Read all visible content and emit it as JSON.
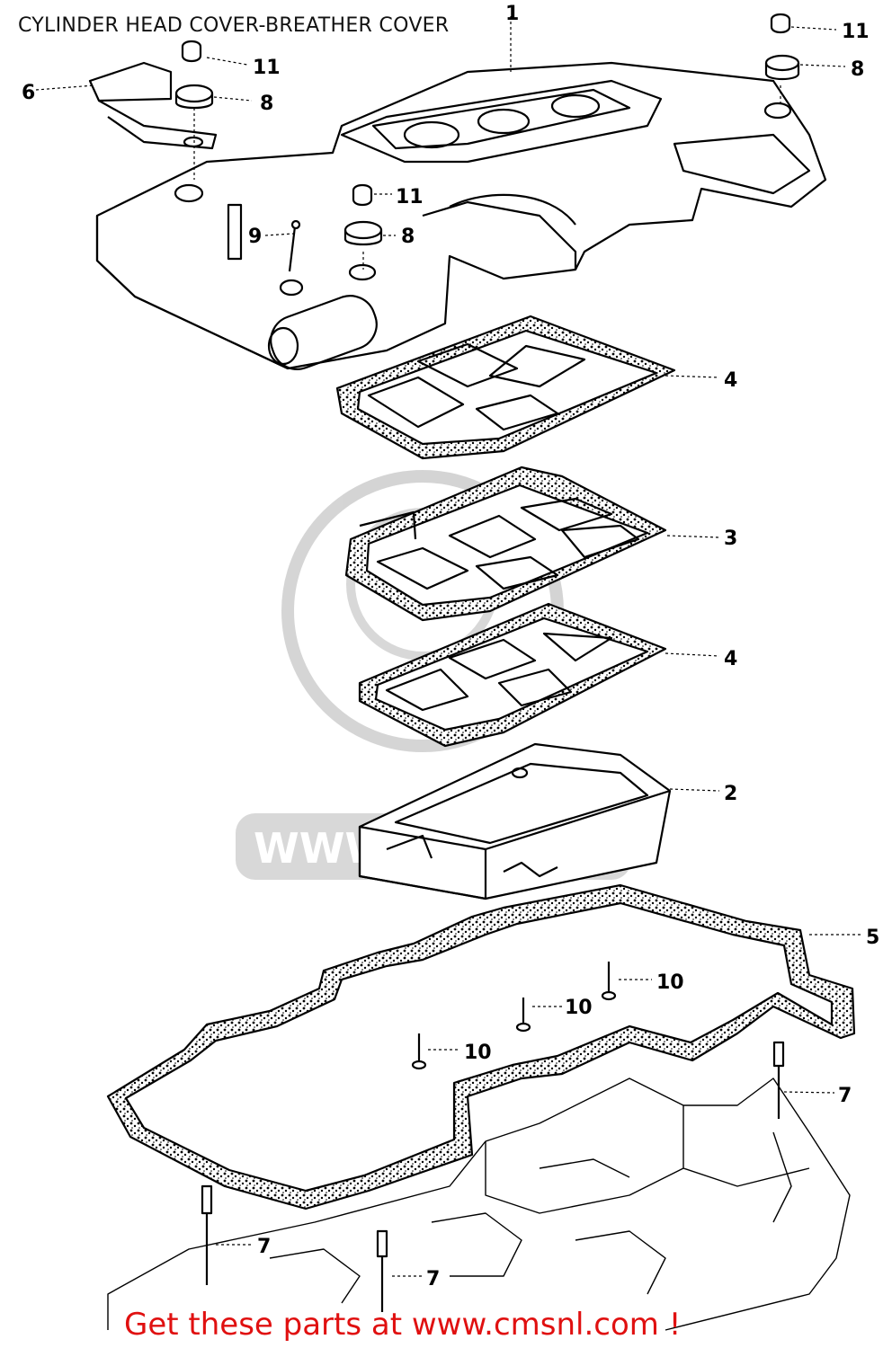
{
  "title": "CYLINDER HEAD COVER-BREATHER COVER",
  "footer": {
    "link_text": "Get these parts at www.cmsnl.com !"
  },
  "watermark": {
    "text": "WWW.CMSNL.COM",
    "color": "#c8c8c8"
  },
  "callouts": [
    {
      "id": "c1",
      "label": "1"
    },
    {
      "id": "c11a",
      "label": "11"
    },
    {
      "id": "c8a",
      "label": "8"
    },
    {
      "id": "c6",
      "label": "6"
    },
    {
      "id": "c11b",
      "label": "11"
    },
    {
      "id": "c8b",
      "label": "8"
    },
    {
      "id": "c11c",
      "label": "11"
    },
    {
      "id": "c9",
      "label": "9"
    },
    {
      "id": "c8c",
      "label": "8"
    },
    {
      "id": "c4a",
      "label": "4"
    },
    {
      "id": "c3",
      "label": "3"
    },
    {
      "id": "c4b",
      "label": "4"
    },
    {
      "id": "c2",
      "label": "2"
    },
    {
      "id": "c5",
      "label": "5"
    },
    {
      "id": "c10a",
      "label": "10"
    },
    {
      "id": "c10b",
      "label": "10"
    },
    {
      "id": "c10c",
      "label": "10"
    },
    {
      "id": "c7a",
      "label": "7"
    },
    {
      "id": "c7b",
      "label": "7"
    },
    {
      "id": "c7c",
      "label": "7"
    }
  ],
  "colors": {
    "line": "#000000",
    "link": "#e01010",
    "watermark": "#c8c8c8"
  }
}
